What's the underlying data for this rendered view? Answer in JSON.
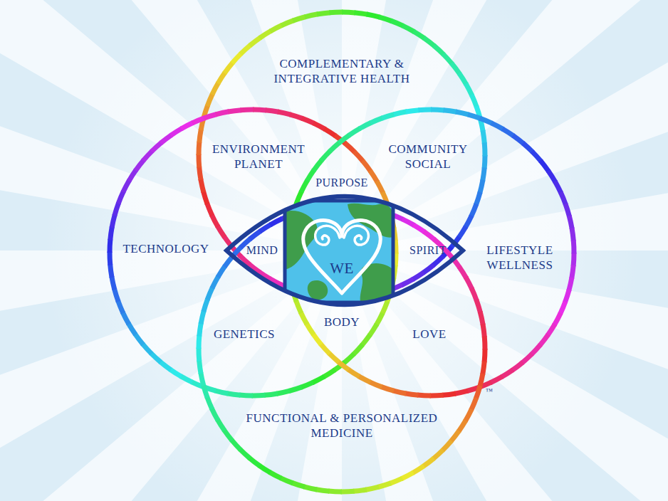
{
  "diagram": {
    "nodes": [
      {
        "text": [
          "COMPLEMENTARY & INTEGRATIVE HEALTH"
        ]
      },
      {
        "text": [
          "TECHNOLOGY"
        ]
      },
      {
        "text": [
          "MIND",
          "SPIRIT"
        ]
      },
      {
        "text": [
          "WE"
        ],
        "in": 2
      },
      {
        "text": [
          "LIFESTYLE WELLNESS"
        ]
      },
      {
        "text": [
          "FUNCTIONAL & PERSONALIZED MEDICINE"
        ]
      }
    ],
    "labels": [
      "ENVIRONMENT PLANET",
      "COMMUNITY SOCIAL",
      "PURPOSE",
      "GENETICS",
      "BODY",
      "LOVE",
      "™"
    ]
  }
}
